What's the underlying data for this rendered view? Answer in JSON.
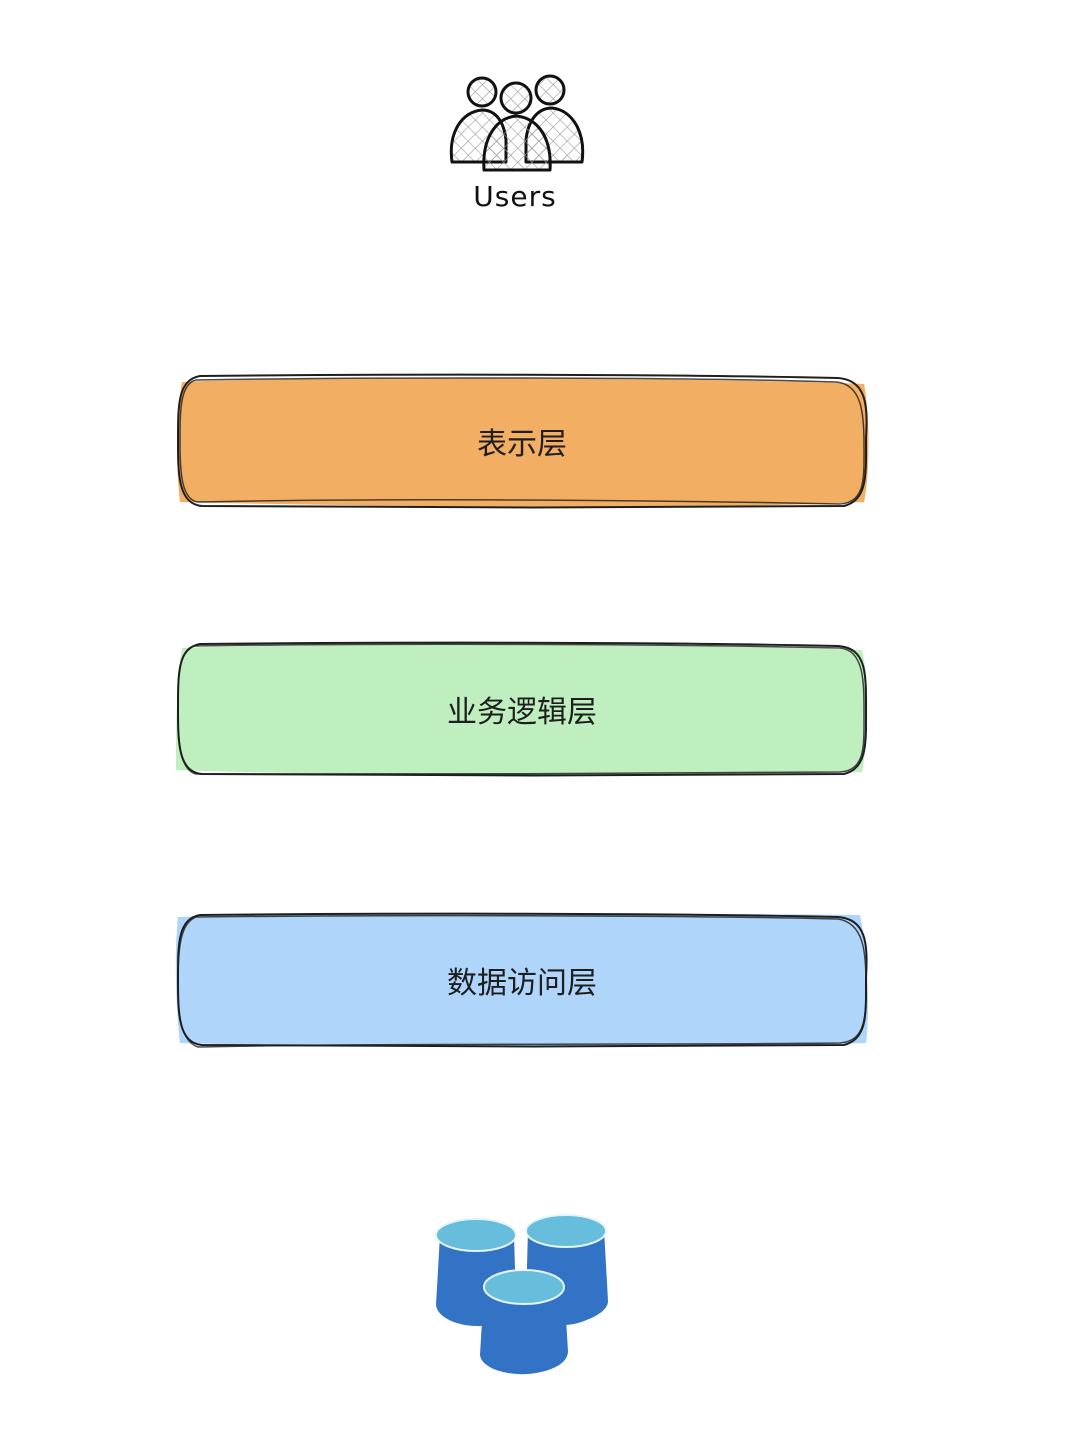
{
  "users": {
    "label": "Users",
    "icon": "users-icon"
  },
  "layers": [
    {
      "label": "表示层",
      "fill": "#f2ae62",
      "stroke": "#1e1e1e"
    },
    {
      "label": "业务逻辑层",
      "fill": "#bfeebf",
      "stroke": "#1e1e1e"
    },
    {
      "label": "数据访问层",
      "fill": "#afd5fa",
      "stroke": "#1e1e1e"
    }
  ],
  "database": {
    "icon": "database-icon",
    "colors": {
      "body": "#3273c6",
      "top": "#66bddc"
    }
  }
}
